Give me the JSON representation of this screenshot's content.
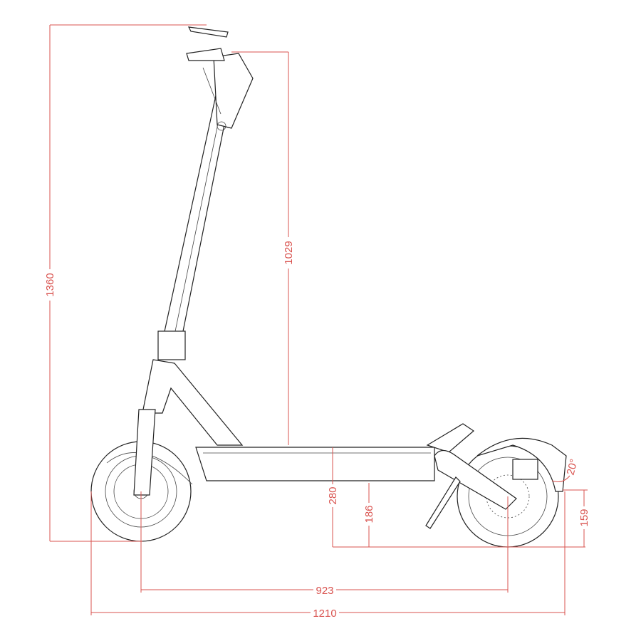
{
  "colors": {
    "dimension": "#d9534f",
    "outline": "#222222"
  },
  "dimensions": {
    "overall_height": "1360",
    "handlebar_height": "1029",
    "deck_height": "280",
    "ground_clearance": "186",
    "fender_height": "159",
    "fender_angle": "20°",
    "wheelbase": "923",
    "overall_length": "1210"
  }
}
